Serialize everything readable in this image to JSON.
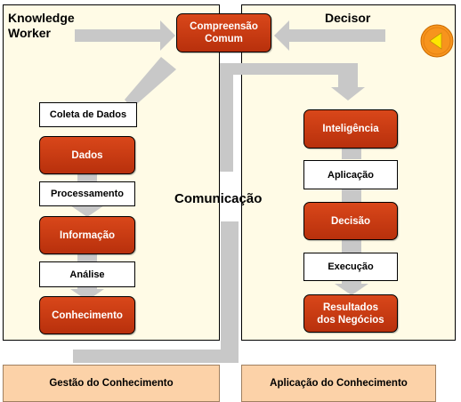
{
  "panels": {
    "left_title": "Knowledge\nWorker",
    "right_title": "Decisor"
  },
  "top_box": "Compreensão\nComum",
  "left_column": {
    "coleta": "Coleta de Dados",
    "dados": "Dados",
    "processamento": "Processamento",
    "informacao": "Informação",
    "analise": "Análise",
    "conhecimento": "Conhecimento"
  },
  "right_column": {
    "inteligencia": "Inteligência",
    "aplicacao": "Aplicação",
    "decisao": "Decisão",
    "execucao": "Execução",
    "resultados": "Resultados\ndos Negócios"
  },
  "center_label": "Comunicação",
  "footer": {
    "left": "Gestão do Conhecimento",
    "right": "Aplicação do Conhecimento"
  },
  "colors": {
    "panel_bg": "#fffbe6",
    "red_box": "#c8401a",
    "arrow_gray": "#c8c8c8",
    "footer_bg": "#fcd2a8",
    "back_button": "#f7941d"
  },
  "icons": [
    "back-arrow-icon"
  ]
}
